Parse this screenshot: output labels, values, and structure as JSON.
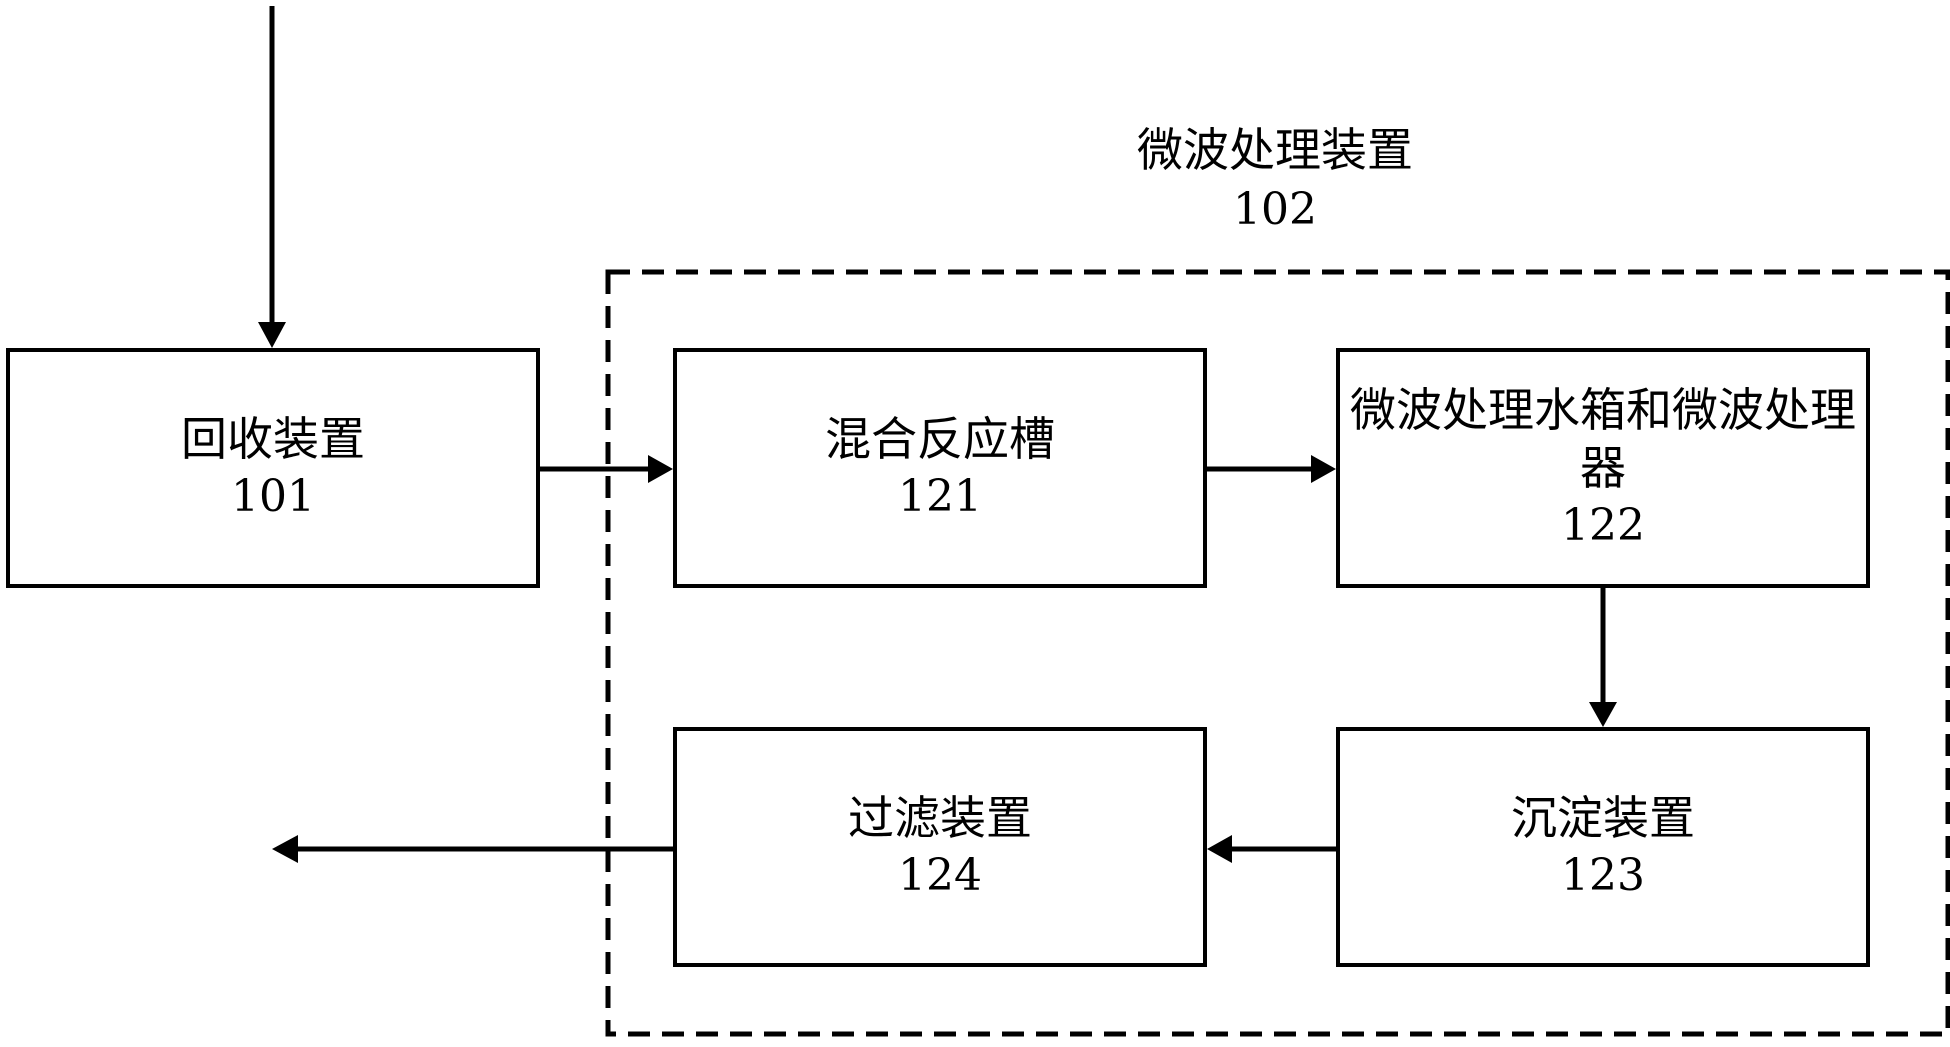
{
  "diagram": {
    "group": {
      "title": "微波处理装置",
      "number": "102"
    },
    "nodes": {
      "n101": {
        "name": "回收装置",
        "number": "101"
      },
      "n121": {
        "name": "混合反应槽",
        "number": "121"
      },
      "n122": {
        "name": "微波处理水箱和微波处理器",
        "number": "122"
      },
      "n123": {
        "name": "沉淀装置",
        "number": "123"
      },
      "n124": {
        "name": "过滤装置",
        "number": "124"
      }
    },
    "flow": [
      {
        "from": "input",
        "to": "101"
      },
      {
        "from": "101",
        "to": "121"
      },
      {
        "from": "121",
        "to": "122"
      },
      {
        "from": "122",
        "to": "123"
      },
      {
        "from": "123",
        "to": "124"
      },
      {
        "from": "124",
        "to": "output"
      }
    ],
    "colors": {
      "line": "#000000",
      "background": "#ffffff"
    }
  }
}
